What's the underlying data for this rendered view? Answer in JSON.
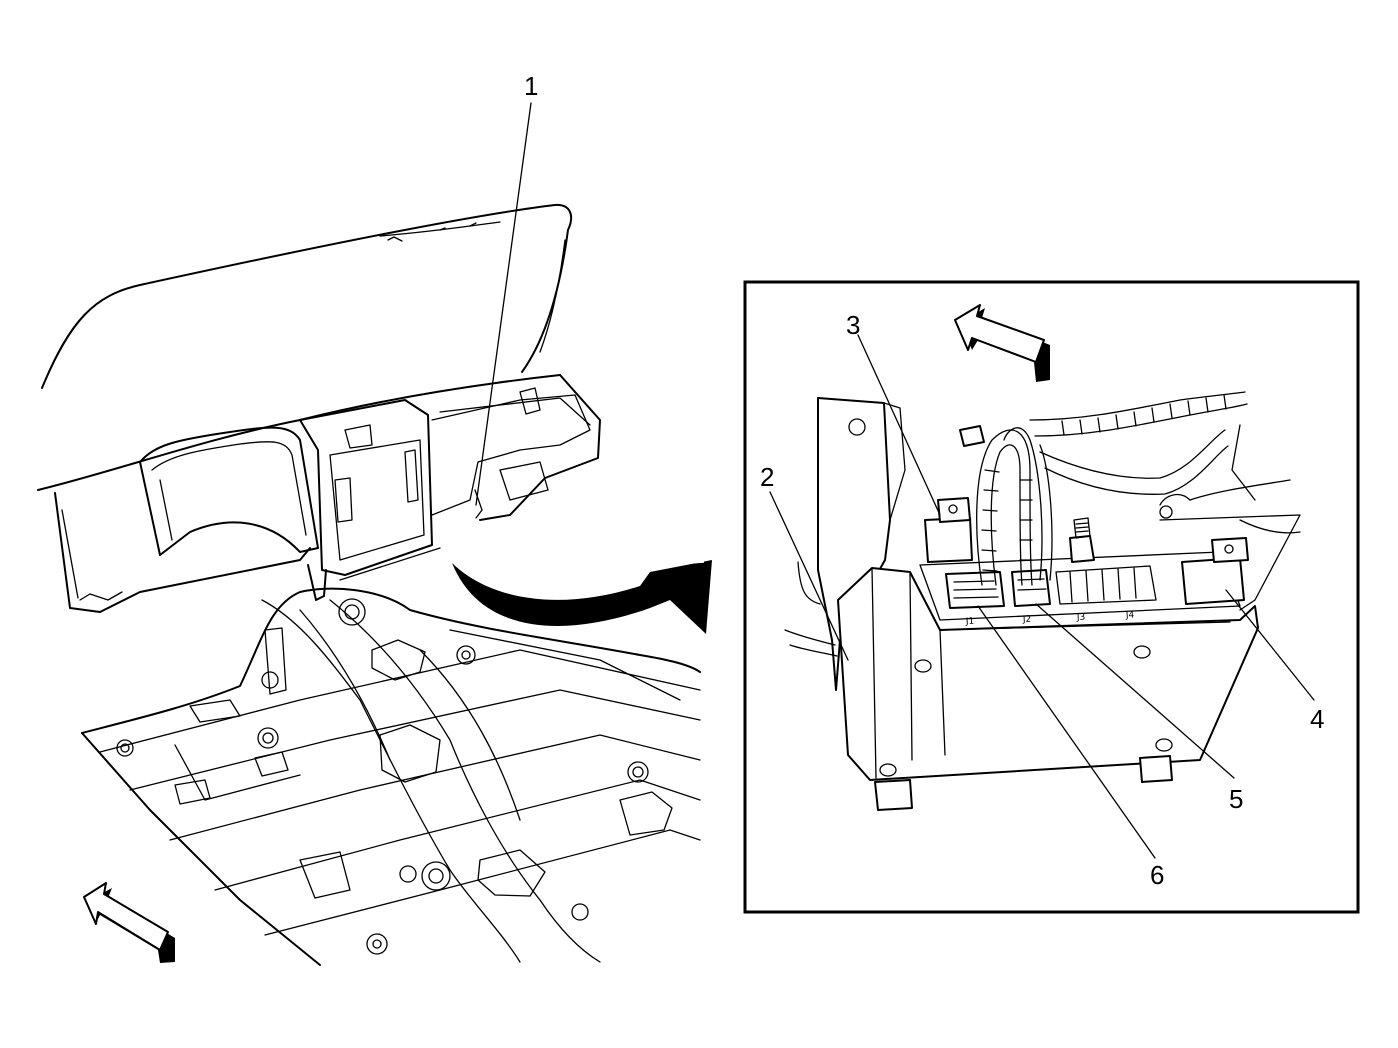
{
  "callouts": [
    {
      "id": "1",
      "label": "1"
    },
    {
      "id": "2",
      "label": "2"
    },
    {
      "id": "3",
      "label": "3"
    },
    {
      "id": "4",
      "label": "4"
    },
    {
      "id": "5",
      "label": "5"
    },
    {
      "id": "6",
      "label": "6"
    }
  ],
  "connector_tags": [
    "J1",
    "J2",
    "J3",
    "J4"
  ],
  "icons": [
    "forward-direction-arrow-icon",
    "detail-view-arrow-icon"
  ],
  "colors": {
    "line": "#000000",
    "background": "#ffffff"
  }
}
